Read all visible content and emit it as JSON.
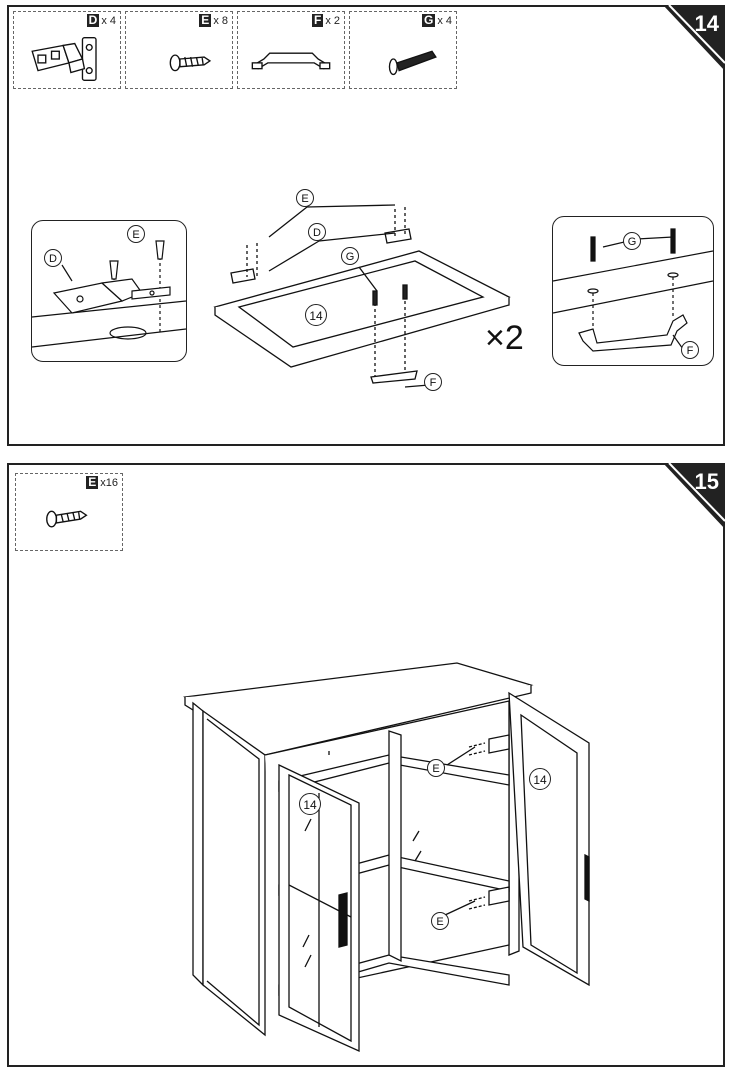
{
  "step14": {
    "number": "14",
    "parts": [
      {
        "letter": "D",
        "qty": "x 4",
        "icon": "hinge-icon"
      },
      {
        "letter": "E",
        "qty": "x 8",
        "icon": "screw-icon"
      },
      {
        "letter": "F",
        "qty": "x 2",
        "icon": "handle-icon"
      },
      {
        "letter": "G",
        "qty": "x 4",
        "icon": "bolt-icon"
      }
    ],
    "callouts": {
      "hinge_zoom_d": "D",
      "hinge_zoom_e": "E",
      "main_e": "E",
      "main_d": "D",
      "main_g": "G",
      "main_f": "F",
      "door_label": "14",
      "handle_zoom_g": "G",
      "handle_zoom_f": "F"
    },
    "multiplier": "×2"
  },
  "step15": {
    "number": "15",
    "parts": [
      {
        "letter": "E",
        "qty": "x16",
        "icon": "screw-icon"
      }
    ],
    "callouts": {
      "upper_e": "E",
      "lower_e": "E",
      "left_door": "14",
      "right_door": "14"
    }
  }
}
